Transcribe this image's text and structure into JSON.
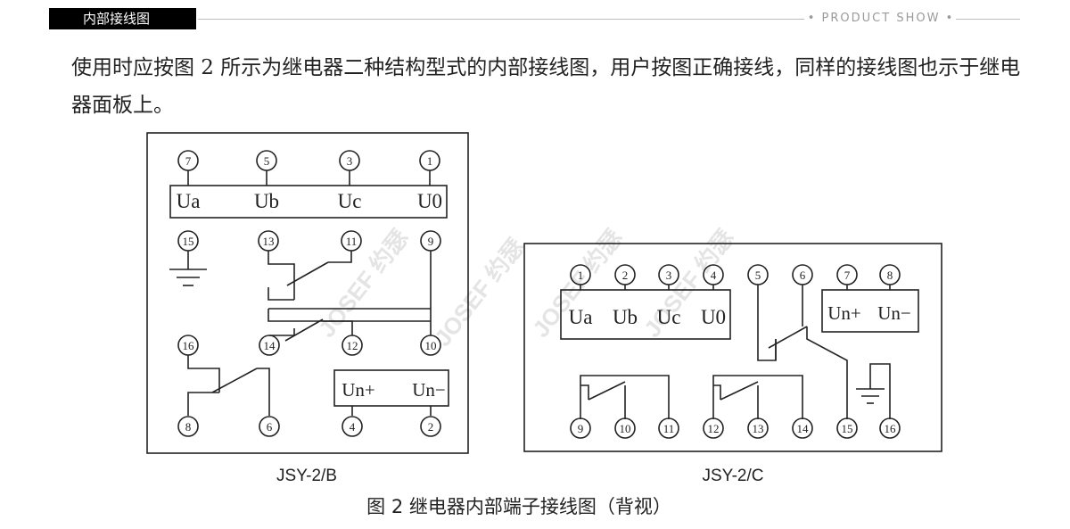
{
  "header": {
    "tag": "内部接线图",
    "right_label": "• PRODUCT SHOW •"
  },
  "intro": "使用时应按图 2 所示为继电器二种结构型式的内部接线图，用户按图正确接线，同样的接线图也示于继电器面板上。",
  "diagram_b": {
    "caption": "JSY-2/B",
    "top_terminals": [
      "7",
      "5",
      "3",
      "1"
    ],
    "input_labels": [
      "Ua",
      "Ub",
      "Uc",
      "U0"
    ],
    "terminals": [
      "15",
      "13",
      "11",
      "9",
      "16",
      "14",
      "12",
      "10",
      "8",
      "6",
      "4",
      "2"
    ],
    "power_labels": [
      "Un+",
      "Un−"
    ]
  },
  "diagram_c": {
    "caption": "JSY-2/C",
    "top_terminals": [
      "1",
      "2",
      "3",
      "4",
      "5",
      "6",
      "7",
      "8"
    ],
    "input_labels": [
      "Ua",
      "Ub",
      "Uc",
      "U0"
    ],
    "power_labels": [
      "Un+",
      "Un−"
    ],
    "bottom_terminals": [
      "9",
      "10",
      "11",
      "12",
      "13",
      "14",
      "15",
      "16"
    ]
  },
  "watermark": "JOSEF 约瑟",
  "figure_caption": "图 2  继电器内部端子接线图（背视）"
}
